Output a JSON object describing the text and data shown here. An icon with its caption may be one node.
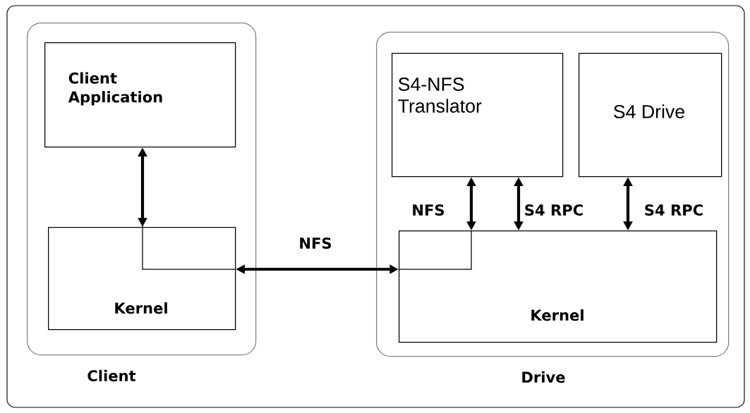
{
  "diagram": {
    "nodes": [
      {
        "text": [
          "Client"
        ]
      },
      {
        "text": [
          "Client Application"
        ],
        "in": 0
      },
      {
        "text": [
          "Kernel"
        ],
        "in": 0
      },
      {
        "text": [
          "Drive"
        ]
      },
      {
        "text": [
          "S4-NFS Translator"
        ],
        "in": 3
      },
      {
        "text": [
          "S4 Drive"
        ],
        "in": 3
      },
      {
        "text": [
          "Kernel"
        ],
        "in": 3
      }
    ],
    "edges": [
      {
        "from": 1,
        "to": 2,
        "arrow": "both"
      },
      {
        "from": 2,
        "to": 6,
        "arrow": "both",
        "label": "NFS"
      },
      {
        "from": 4,
        "to": 6,
        "arrow": "both",
        "label": "NFS"
      },
      {
        "from": 4,
        "to": 6,
        "arrow": "both",
        "label": "S4 RPC"
      },
      {
        "from": 5,
        "to": 6,
        "arrow": "both",
        "label": "S4 RPC"
      }
    ]
  }
}
